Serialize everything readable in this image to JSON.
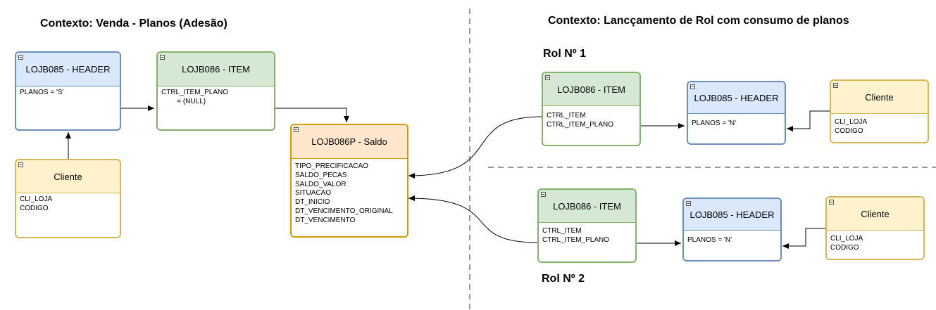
{
  "titles": {
    "left_context": "Contexto: Venda - Planos (Adesão)",
    "right_context": "Contexto: Lancçamento de Rol com consumo de planos",
    "rol1": "Rol Nº 1",
    "rol2": "Rol Nº 2"
  },
  "entities": {
    "header_venda": {
      "title": "LOJB085 - HEADER",
      "fields": "PLANOS = 'S'"
    },
    "item_venda": {
      "title": "LOJB086 - ITEM",
      "fields": "CTRL_ITEM_PLANO\n        = (NULL)"
    },
    "cliente_venda": {
      "title": "Cliente",
      "fields": "CLI_LOJA\nCODIGO"
    },
    "saldo": {
      "title": "LOJB086P - Saldo",
      "fields": "TIPO_PRECIFICACAO\nSALDO_PECAS\nSALDO_VALOR\nSITUACAO\nDT_INICIO\nDT_VENCIMENTO_ORIGINAL\nDT_VENCIMENTO"
    },
    "item_rol1": {
      "title": "LOJB086 - ITEM",
      "fields": "CTRL_ITEM\nCTRL_ITEM_PLANO"
    },
    "header_rol1": {
      "title": "LOJB085 - HEADER",
      "fields": "PLANOS = 'N'"
    },
    "cliente_rol1": {
      "title": "Cliente",
      "fields": "CLI_LOJA\nCODIGO"
    },
    "item_rol2": {
      "title": "LOJB086 - ITEM",
      "fields": "CTRL_ITEM\nCTRL_ITEM_PLANO"
    },
    "header_rol2": {
      "title": "LOJB085 - HEADER",
      "fields": "PLANOS = 'N'"
    },
    "cliente_rol2": {
      "title": "Cliente",
      "fields": "CLI_LOJA\nCODIGO"
    }
  },
  "colors": {
    "header_fill": "#dae8fc",
    "header_stroke": "#6c8ebf",
    "item_fill": "#d5e8d4",
    "item_stroke": "#82b366",
    "cliente_fill": "#fff2cc",
    "cliente_stroke": "#d6b656",
    "saldo_fill": "#ffe6cc",
    "saldo_stroke": "#d79b00"
  }
}
